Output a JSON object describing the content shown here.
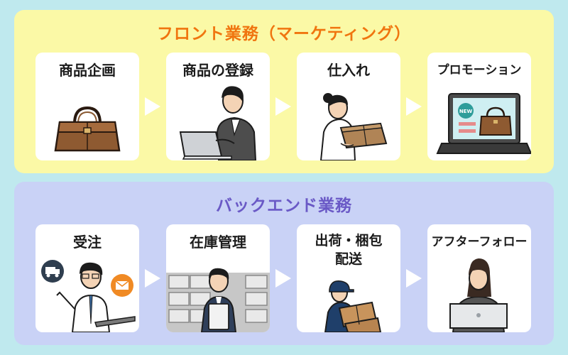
{
  "front": {
    "title": "フロント業務（マーケティング）",
    "steps": [
      {
        "label": "商品企画",
        "icon": "briefcase-icon"
      },
      {
        "label": "商品の登録",
        "icon": "person-laptop-icon"
      },
      {
        "label": "仕入れ",
        "icon": "person-carrying-box-icon"
      },
      {
        "label": "プロモーション",
        "icon": "laptop-promotion-icon"
      }
    ]
  },
  "back": {
    "title": "バックエンド業務",
    "steps": [
      {
        "label": "受注",
        "icon": "person-order-icon"
      },
      {
        "label": "在庫管理",
        "icon": "warehouse-person-icon"
      },
      {
        "label": "出荷・梱包\n配送",
        "line1": "出荷・梱包",
        "line2": "配送",
        "icon": "delivery-person-icon"
      },
      {
        "label": "アフターフォロー",
        "icon": "support-person-icon"
      }
    ]
  },
  "colors": {
    "background": "#bfe9ee",
    "front_panel": "#fbf9a6",
    "back_panel": "#c9d2f6",
    "front_title": "#f0750f",
    "back_title": "#6a59c6"
  },
  "badges": {
    "new": "NEW"
  }
}
